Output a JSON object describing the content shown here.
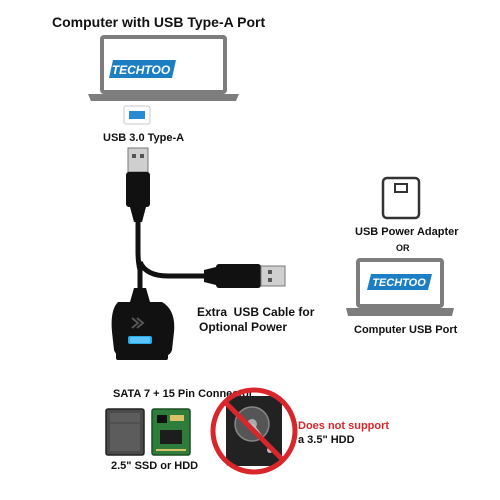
{
  "title": "Computer with USB Type-A Port",
  "brand_logo": "TECHTOO",
  "usb_port_label": "USB 3.0 Type-A",
  "power_adapter_label": "USB Power Adapter",
  "or_label": "OR",
  "computer_port_label": "Computer USB Port",
  "extra_cable_label_1": "Extra  USB Cable for",
  "extra_cable_label_2": "Optional Power",
  "sata_label": "SATA 7 + 15 Pin Connector",
  "drive_label": "2.5\" SSD or HDD",
  "unsupported_label_1": "Does not support",
  "unsupported_label_2": "a 3.5\" HDD",
  "colors": {
    "laptop_grey": "#7d7d7d",
    "screen_blue": "#1c7fc4",
    "usb_port_blue": "#2a8bd3",
    "cable_black": "#111111",
    "adapter_glow": "#29a9e8",
    "warning_red": "#d8262a",
    "pcb_green": "#2f7d3a"
  },
  "icons": [
    "laptop-icon",
    "usb-port-icon",
    "usb-plug-icon",
    "power-adapter-icon",
    "sata-adapter-icon",
    "ssd-icon",
    "hdd-icon",
    "prohibited-icon"
  ]
}
